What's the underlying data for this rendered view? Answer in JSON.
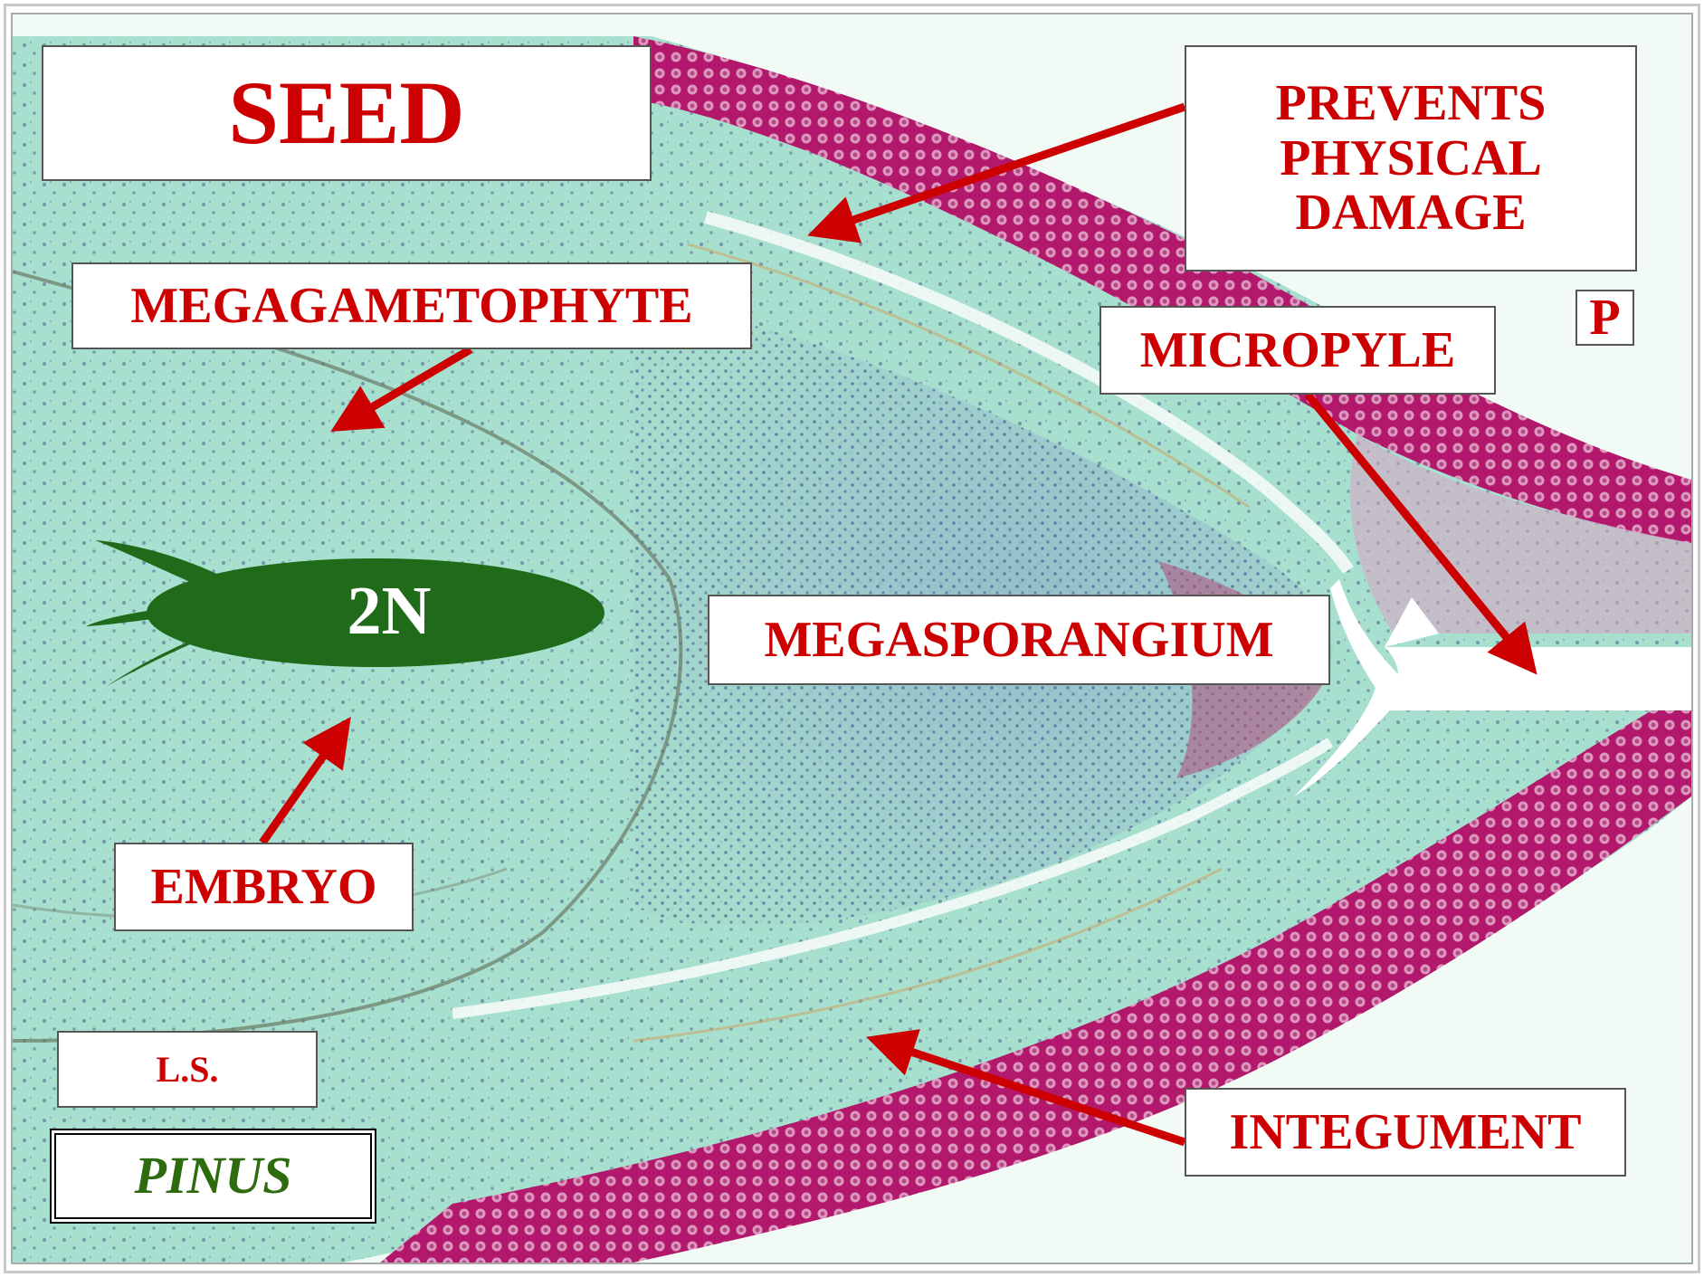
{
  "labels": {
    "title": "SEED",
    "prevents": [
      "PREVENTS",
      "PHYSICAL",
      "DAMAGE"
    ],
    "megagametophyte": "MEGAGAMETOPHYTE",
    "p": "P",
    "micropyle": "MICROPYLE",
    "megasporangium": "MEGASPORANGIUM",
    "embryo": "EMBRYO",
    "ploidy": "2N",
    "section": "L.S.",
    "integument": "INTEGUMENT",
    "genus": "PINUS"
  },
  "colors": {
    "label_text": "#cc0000",
    "arrow": "#cc0000",
    "embryo_shape": "#1f6b1a",
    "genus_text": "#2e6b0f",
    "tissue_background": "#a8e0cf",
    "integument_tissue": "#b2186c"
  }
}
